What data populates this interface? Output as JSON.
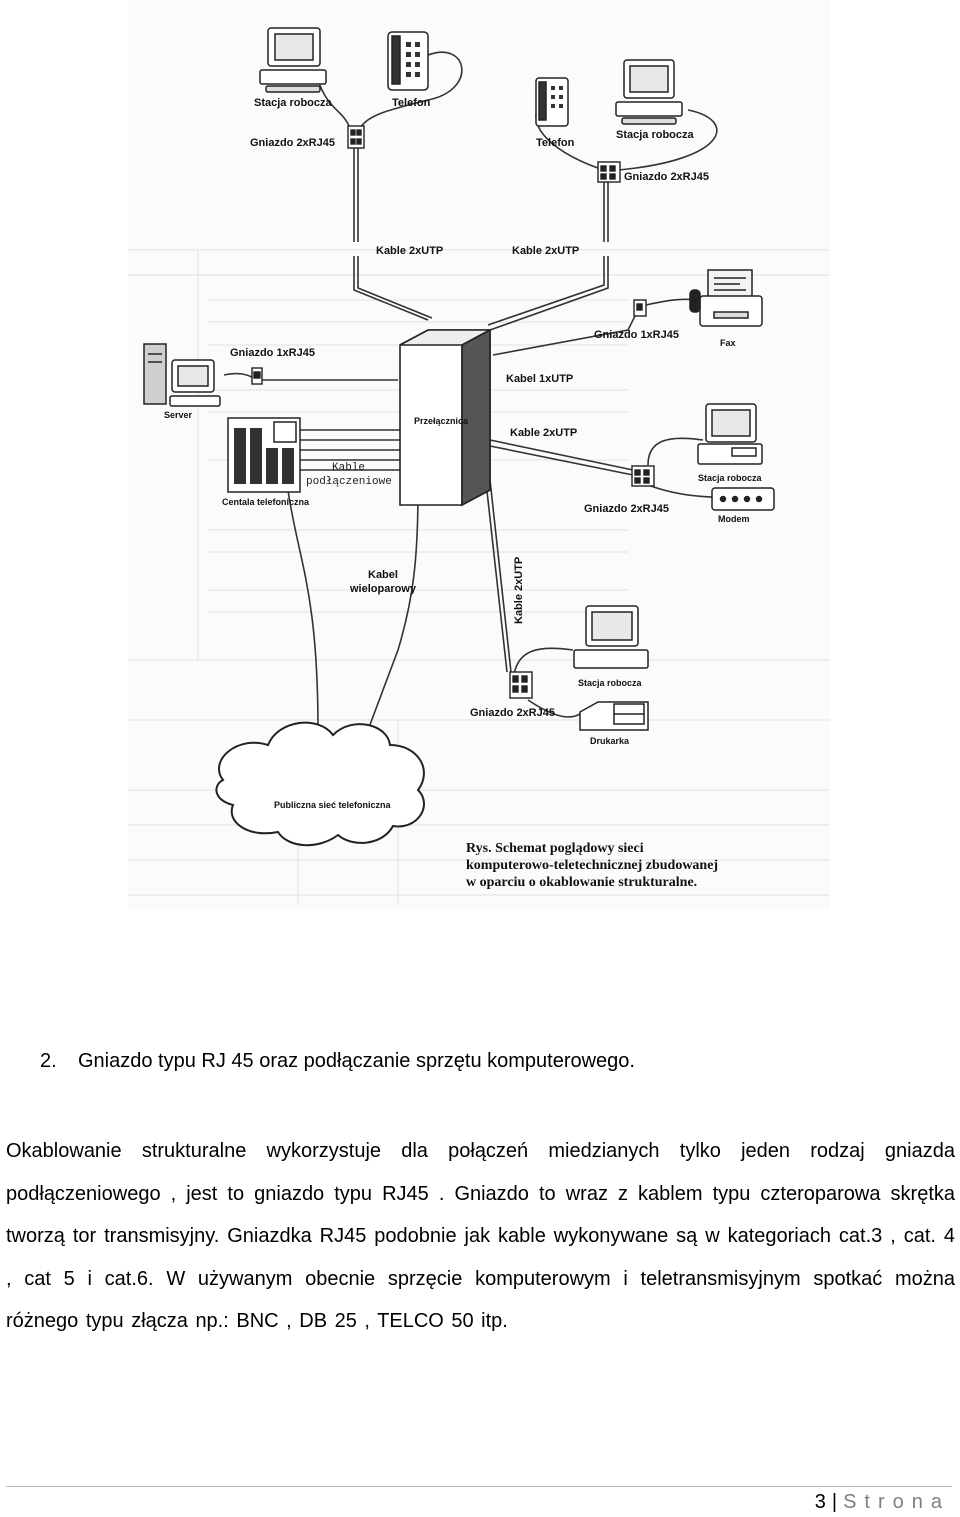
{
  "diagram": {
    "labels": {
      "stacja_top": "Stacja robocza",
      "telefon_top": "Telefon",
      "gniazdo_top_left": "Gniazdo 2xRJ45",
      "telefon_right": "Telefon",
      "stacja_top_right": "Stacja robocza",
      "gniazdo_top_right": "Gniazdo 2xRJ45",
      "kable_2xutp_left": "Kable 2xUTP",
      "kable_2xutp_right": "Kable 2xUTP",
      "gniazdo_1xrj45_right": "Gniazdo 1xRJ45",
      "fax": "Fax",
      "gniazdo_1xrj45_left": "Gniazdo 1xRJ45",
      "server": "Server",
      "przelacznica": "Przełącznica",
      "kabel_1xutp": "Kabel 1xUTP",
      "kable_2xutp_mid": "Kable 2xUTP",
      "kable_podlaczeniowe_1": "Kable",
      "kable_podlaczeniowe_2": "podłączeniowe",
      "centrala": "Centala telefoniczna",
      "stacja_mid_right": "Stacja robocza",
      "gniazdo_mid_right": "Gniazdo 2xRJ45",
      "modem": "Modem",
      "kabel_wieloparowy_1": "Kabel",
      "kabel_wieloparowy_2": "wieloparowy",
      "kable_2xutp_vertical": "Kable 2xUTP",
      "stacja_bottom": "Stacja robocza",
      "gniazdo_bottom": "Gniazdo 2xRJ45",
      "drukarka": "Drukarka",
      "siec_publiczna": "Publiczna sieć telefoniczna",
      "caption_1": "Rys. Schemat poglądowy sieci",
      "caption_2": "komputerowo-teletechnicznej zbudowanej",
      "caption_3": "w oparciu o okablowanie strukturalne."
    }
  },
  "heading": {
    "number": "2.",
    "text": "Gniazdo typu RJ 45 oraz podłączanie sprzętu komputerowego."
  },
  "paragraph": "Okablowanie strukturalne wykorzystuje dla połączeń miedzianych tylko jeden rodzaj gniazda podłączeniowego , jest to gniazdo typu RJ45 . Gniazdo to wraz z kablem typu czteroparowa skrętka tworzą tor transmisyjny. Gniazdka RJ45 podobnie jak kable wykonywane są w kategoriach cat.3 , cat. 4 , cat 5 i cat.6. W używanym obecnie sprzęcie komputerowym i teletransmisyjnym spotkać można różnego typu złącza np.: BNC , DB 25 , TELCO 50 itp.",
  "footer": {
    "page_number": "3",
    "separator": "|",
    "word": "Strona"
  }
}
